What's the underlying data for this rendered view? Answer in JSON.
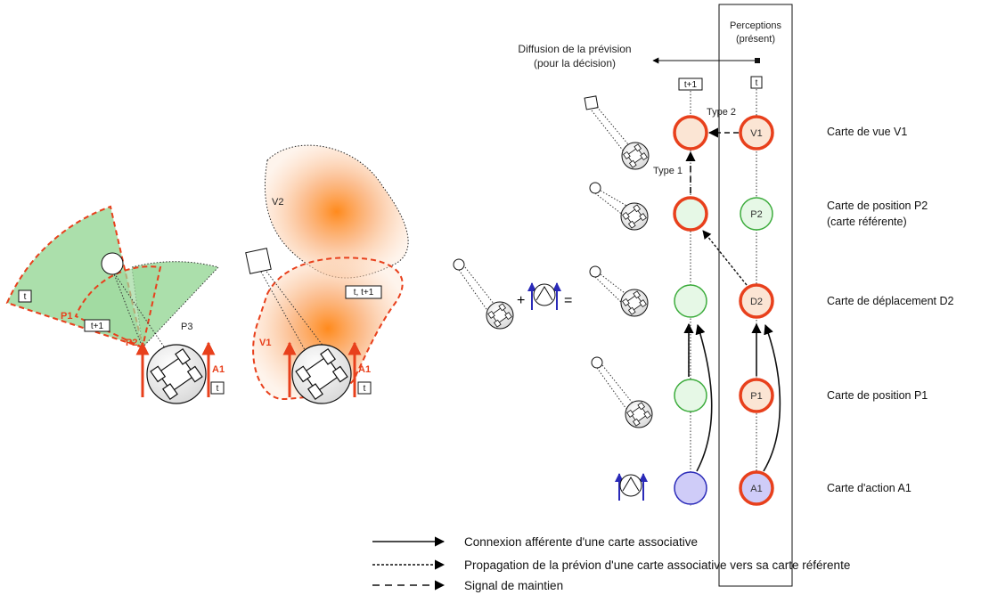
{
  "colors": {
    "red": "#e8401c",
    "green_border": "#3cac3c",
    "green_fill": "#e6f8e6",
    "peach_fill": "#fbe5d4",
    "purple_fill": "#cfccf8",
    "blue_border": "#2a2ab8",
    "sector_green": "#8fd48f",
    "orange_center": "#ff8a1c"
  },
  "left_scene": {
    "sector_labels": [
      "P1",
      "P2",
      "P3"
    ],
    "time_boxes": [
      "t",
      "t+1"
    ],
    "action_label": "A1",
    "action_time": "t"
  },
  "mid_scene": {
    "view_labels": [
      "V2",
      "V1"
    ],
    "time_box": "t, t+1",
    "action_label": "A1",
    "action_time": "t"
  },
  "diagram": {
    "perceptions_title": [
      "Perceptions",
      "(présent)"
    ],
    "diffusion_label": [
      "Diffusion de la prévision",
      "(pour la décision)"
    ],
    "col_t1_label": "t+1",
    "col_t_label": "t",
    "type1_label": "Type 1",
    "type2_label": "Type 2",
    "plus_sign": "+",
    "equals_sign": "=",
    "nodes_t": [
      "V1",
      "P2",
      "D2",
      "P1",
      "A1"
    ],
    "rows": [
      [
        "Carte de vue V1"
      ],
      [
        "Carte de position P2",
        "(carte référente)"
      ],
      [
        "Carte de déplacement D2"
      ],
      [
        "Carte de position P1"
      ],
      [
        "Carte d'action A1"
      ]
    ]
  },
  "legend": [
    {
      "style": "solid",
      "label": "Connexion afférente d'une carte associative"
    },
    {
      "style": "dotted",
      "label": "Propagation de la prévion d'une carte associative vers sa carte référente"
    },
    {
      "style": "dashed",
      "label": "Signal de maintien"
    }
  ]
}
